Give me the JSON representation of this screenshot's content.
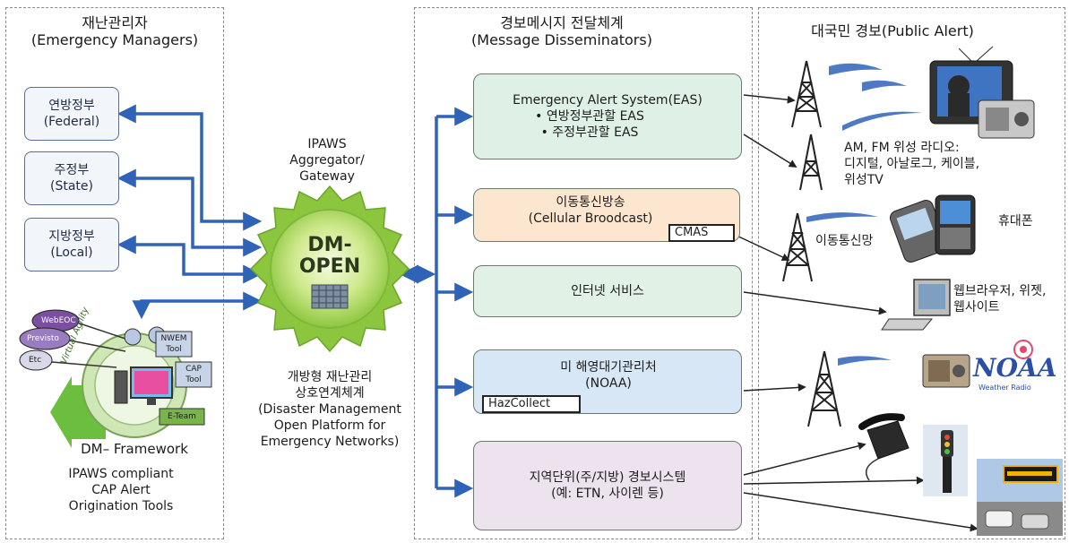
{
  "panels": {
    "managers": {
      "title_ko": "재난관리자",
      "title_en": "(Emergency Managers)"
    },
    "disseminators": {
      "title_ko": "경보메시지 전달체계",
      "title_en": "(Message Disseminators)"
    },
    "public": {
      "title": "대국민 경보(Public Alert)"
    }
  },
  "managers": [
    {
      "ko": "연방정부",
      "en": "(Federal)"
    },
    {
      "ko": "주정부",
      "en": "(State)"
    },
    {
      "ko": "지방정부",
      "en": "(Local)"
    }
  ],
  "framework": {
    "badges": [
      "WebEOC",
      "Previsto",
      "Etc"
    ],
    "tools": [
      "NWEM Tool",
      "CAP Tool",
      "E-Team"
    ],
    "ring_text": "Virtual Agility",
    "label": "DM– Framework",
    "caption": [
      "IPAWS compliant",
      "CAP Alert",
      "Origination Tools"
    ]
  },
  "gateway": {
    "label": [
      "IPAWS",
      "Aggregator/",
      "Gateway"
    ],
    "core": [
      "DM-",
      "OPEN"
    ],
    "desc": [
      "개방형 재난관리",
      "상호연계체계",
      "(Disaster Management",
      "Open Platform for",
      "Emergency Networks)"
    ]
  },
  "disseminators": [
    {
      "title": "Emergency Alert System(EAS)",
      "lines": [
        "• 연방정부관할 EAS",
        "• 주정부관할 EAS"
      ],
      "color": "#dff0e6"
    },
    {
      "title": "이동통신방송",
      "subtitle": "(Cellular Broodcast)",
      "tag": "CMAS",
      "color": "#fde6cf"
    },
    {
      "title": "인터넷 서비스",
      "color": "#e2f1e5"
    },
    {
      "title": "미 해영대기관리처",
      "subtitle": "(NOAA)",
      "tag": "HazCollect",
      "color": "#d8e7f5"
    },
    {
      "title": "지역단위(주/지방) 경보시스템",
      "subtitle": "(예: ETN, 사이렌 등)",
      "color": "#ede3ee"
    }
  ],
  "public_alert": {
    "radio_text": [
      "AM, FM 위성 라디오:",
      "디지털, 아날로그, 케이블,",
      "위성TV"
    ],
    "mobile_network": "이동통신망",
    "phone": "휴대폰",
    "web": [
      "웹브라우저, 위젯,",
      "웹사이트"
    ],
    "noaa_logo": "NOAA",
    "noaa_sub": "Weather Radio"
  },
  "colors": {
    "arrow": "#2f63b8",
    "dashed": "#8a8a8a",
    "gear": "#8cc63f",
    "sign": "#f0b400"
  }
}
